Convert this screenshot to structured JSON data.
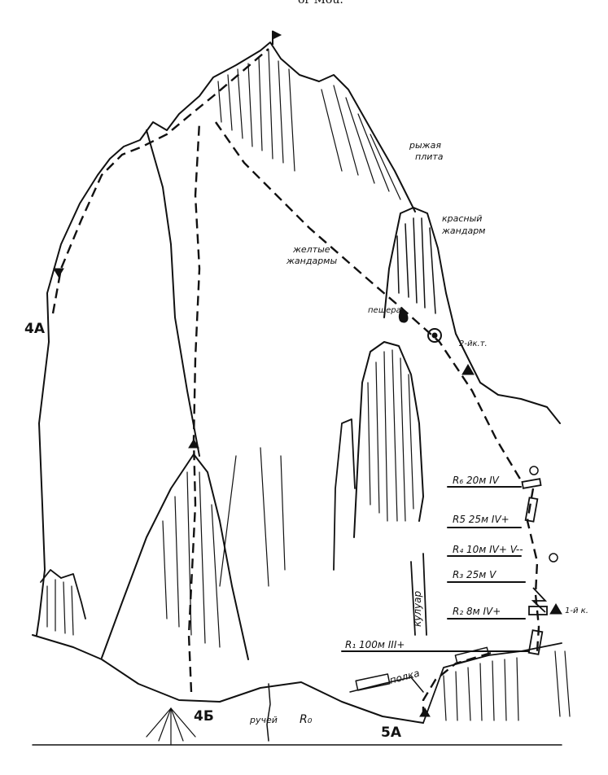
{
  "header_fragment": "or Mou.",
  "labels": {
    "route_4a": "4A",
    "route_4b": "4Б",
    "route_5a": "5A",
    "ryzhaya_plita": [
      "рыжая",
      "плита"
    ],
    "krasny_zhandarm": [
      "красный",
      "жандарм"
    ],
    "zheltye_zhandarmy": [
      "желтые",
      "жандармы"
    ],
    "peshchera": "пещера",
    "control_2": "2-йк.т.",
    "control_1": "1-й к.",
    "kuluar": "кулуар",
    "polka": "полка",
    "ruchey": "ручей",
    "r0": "R₀"
  },
  "pitches": [
    {
      "id": "R6",
      "text": "R₆ 20м IV"
    },
    {
      "id": "R5",
      "text": "R5 25м IV+"
    },
    {
      "id": "R4",
      "text": "R₄ 10м IV+ V--"
    },
    {
      "id": "R3",
      "text": "R₃ 25м V"
    },
    {
      "id": "R2",
      "text": "R₂ 8м IV+"
    },
    {
      "id": "R1",
      "text": "R₁ 100м III+"
    }
  ],
  "colors": {
    "ink": "#111111",
    "paper": "#ffffff"
  }
}
